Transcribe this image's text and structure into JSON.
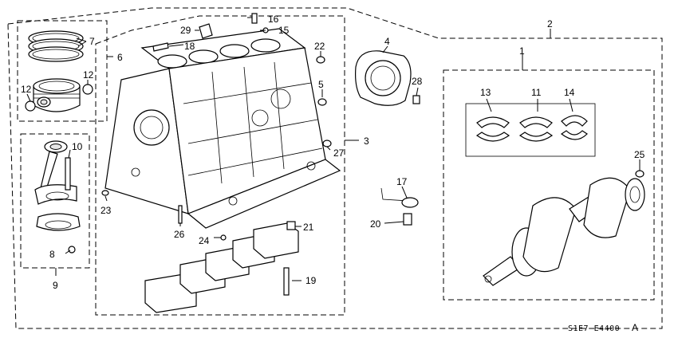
{
  "diagram": {
    "callouts": [
      "1",
      "2",
      "3",
      "4",
      "5",
      "6",
      "7",
      "8",
      "9",
      "10",
      "11",
      "12",
      "13",
      "14",
      "15",
      "16",
      "17",
      "18",
      "19",
      "20",
      "21",
      "22",
      "23",
      "24",
      "25",
      "26",
      "27",
      "28",
      "29"
    ],
    "code": "S1E7-E4400",
    "code_suffix": "A"
  }
}
